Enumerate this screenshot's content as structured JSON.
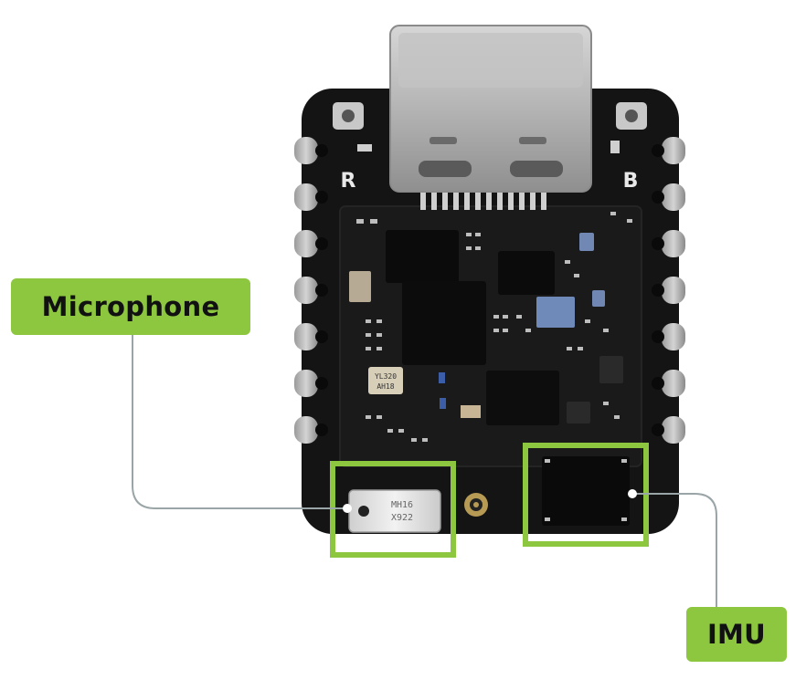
{
  "callouts": {
    "microphone": "Microphone",
    "imu": "IMU"
  },
  "board": {
    "silkscreen_left": "R",
    "silkscreen_right": "B",
    "chip_marking_1": "YL320",
    "chip_marking_2": "AH18",
    "mic_marking_1": "MH16",
    "mic_marking_2": "X922"
  },
  "colors": {
    "accent": "#8dc63f",
    "board": "#141414",
    "connector": "#b9b9b9",
    "leader_line": "#9aa5a8"
  }
}
